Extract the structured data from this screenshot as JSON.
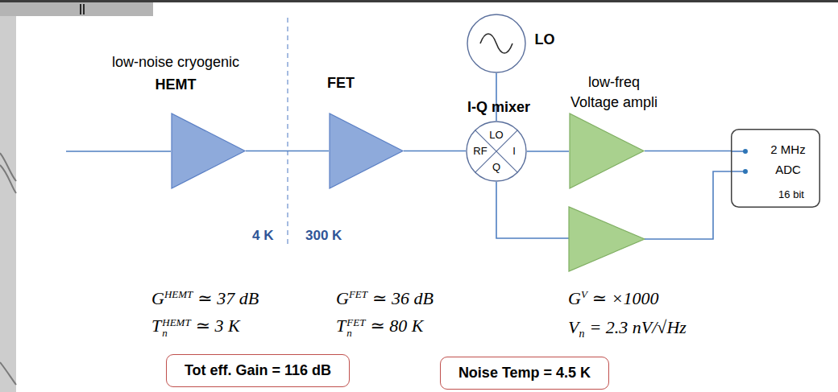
{
  "diagram": {
    "nodes": [
      {
        "text": [
          "low-noise cryogenic",
          "HEMT"
        ]
      },
      {
        "text": [
          "FET"
        ]
      },
      {
        "text": [
          "LO"
        ]
      },
      {
        "text": [
          "I-Q mixer",
          "LO",
          "RF",
          "I",
          "Q"
        ]
      },
      {
        "text": [
          "low-freq Voltage ampli"
        ]
      },
      {
        "text": [
          "2 MHz ADC",
          "16 bit"
        ]
      },
      {
        "text": [
          "Tot eff. Gain = 116 dB"
        ]
      },
      {
        "text": [
          "Noise Temp = 4.5 K"
        ]
      }
    ],
    "edges": [
      {
        "from": 0,
        "to": 1,
        "arrow": "none"
      },
      {
        "from": 1,
        "to": 3,
        "arrow": "none"
      },
      {
        "from": 2,
        "to": 3,
        "arrow": "none"
      },
      {
        "from": 3,
        "to": 4,
        "arrow": "none"
      },
      {
        "from": 4,
        "to": 5,
        "arrow": "none"
      }
    ],
    "labels": [
      "4 K",
      "300 K",
      "G",
      "HEMT",
      "≃ 37 dB",
      "T",
      "n",
      "HEMT",
      "≃ 3 K",
      "G",
      "FET",
      "≃ 36 dB",
      "T",
      "n",
      "FET",
      "≃ 80 K",
      "G",
      "V",
      "≃ ×1000",
      "V",
      "n",
      "= 2.3 nV/√Hz"
    ]
  }
}
